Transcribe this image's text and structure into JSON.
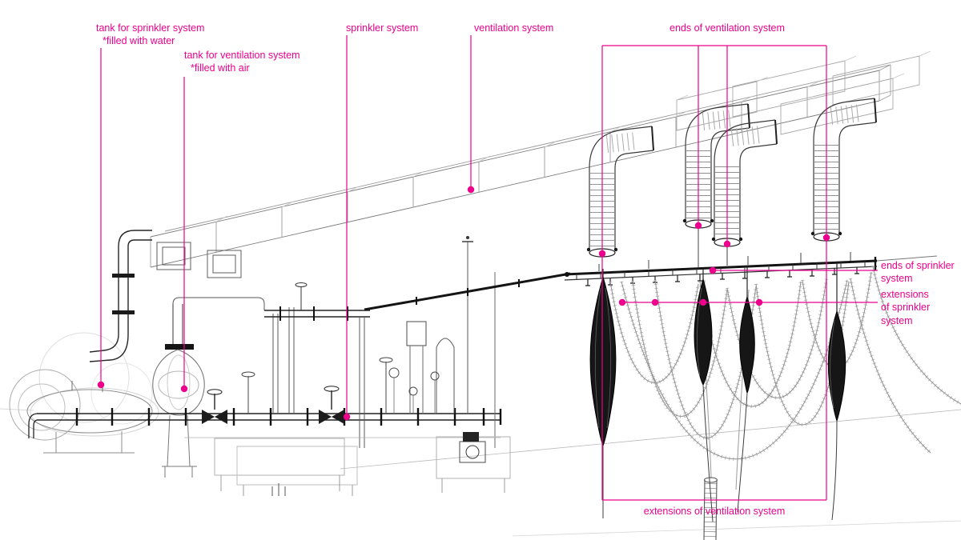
{
  "figure": {
    "background_color": "#ffffff",
    "accent_color": "#ec008c",
    "labels": {
      "tank_sprinkler": {
        "lines": [
          "tank for sprinkler system",
          "*filled with water"
        ]
      },
      "tank_ventilation": {
        "lines": [
          "tank for ventilation system",
          "*filled with air"
        ]
      },
      "sprinkler": {
        "lines": [
          "sprinkler system"
        ]
      },
      "ventilation": {
        "lines": [
          "ventilation system"
        ]
      },
      "ends_ventilation": {
        "lines": [
          "ends of ventilation system"
        ]
      },
      "ends_sprinkler": {
        "lines": [
          "ends of sprinkler",
          "system"
        ]
      },
      "extensions_sprinkler": {
        "lines": [
          "extensions",
          "of sprinkler",
          "system"
        ]
      },
      "extensions_ventilation": {
        "lines": [
          "extensions of ventilation system"
        ]
      }
    }
  }
}
